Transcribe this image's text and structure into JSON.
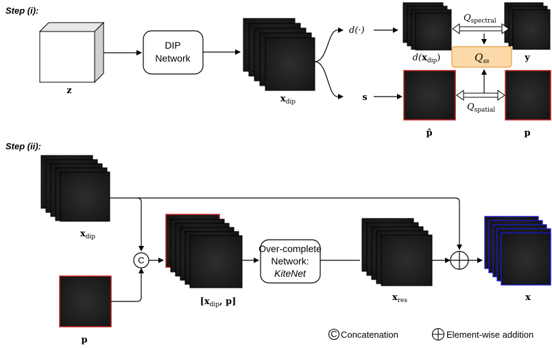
{
  "step1": {
    "label": "Step (i):",
    "z_label": "z",
    "dip_network_line1": "DIP",
    "dip_network_line2": "Network",
    "x_dip_main": "x",
    "x_dip_sub": "dip",
    "d_op": "d(·)",
    "s_label": "s",
    "d_x_dip_prefix": "d(",
    "d_x_dip_main": "x",
    "d_x_dip_sub": "dip",
    "d_x_dip_suffix": ")",
    "q_spectral_main": "Q",
    "q_spectral_sub": "spectral",
    "q_ss_main": "Q",
    "q_ss_sub": "ss",
    "q_spatial_main": "Q",
    "q_spatial_sub": "spatial",
    "y_label": "y",
    "p_hat_label": "p̂",
    "p_label": "p"
  },
  "step2": {
    "label": "Step (ii):",
    "x_dip_main": "x",
    "x_dip_sub": "dip",
    "concat_symbol": "C",
    "concat_label_open": "[x",
    "concat_label_sub": "dip",
    "concat_label_close": ", p]",
    "network_line1": "Over-complete",
    "network_line2": "Network:",
    "network_line3": "KiteNet",
    "x_res_main": "x",
    "x_res_sub": "res",
    "x_label": "x",
    "p_label": "p"
  },
  "legend": {
    "concat_symbol": "C",
    "concat_text": "Concatenation",
    "add_text": "Element-wise addition"
  },
  "colors": {
    "q_ss_fill": "#fcd9a8",
    "q_ss_stroke": "#e0a040",
    "p_border": "#c62020",
    "x_border": "#1a1ad6",
    "image_dark": "#1c1c1c"
  }
}
